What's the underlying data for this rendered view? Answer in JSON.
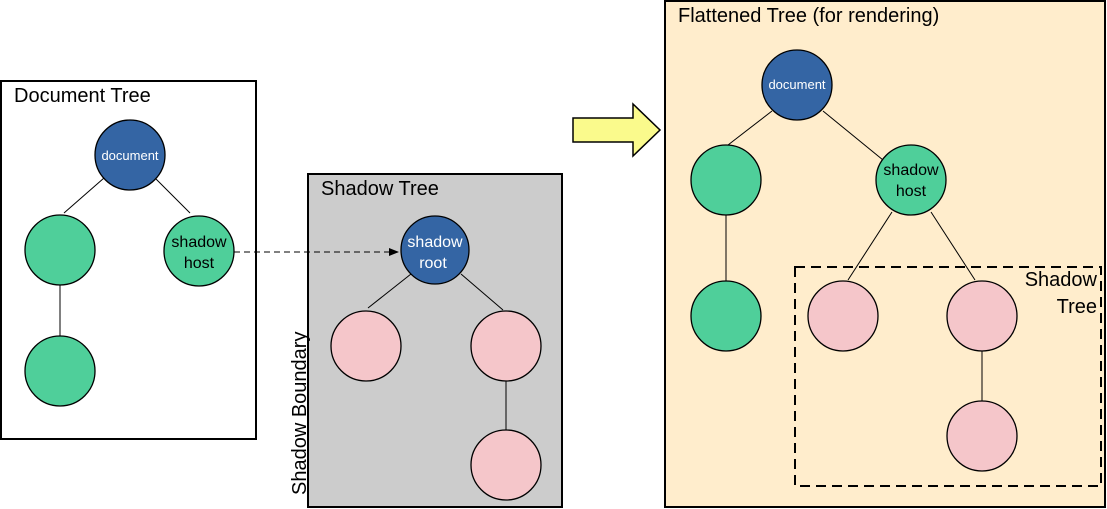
{
  "colors": {
    "document_node": "#3465a4",
    "element_node": "#4fcf9a",
    "shadow_element_node": "#f5c6ca",
    "document_panel_bg": "#ffffff",
    "shadow_panel_bg": "#cccccc",
    "flattened_panel_bg": "#ffedcc",
    "arrow_fill": "#fafa8c"
  },
  "document_tree": {
    "title": "Document Tree",
    "root_label": "document",
    "host_label_line1": "shadow",
    "host_label_line2": "host"
  },
  "shadow_tree": {
    "title": "Shadow Tree",
    "root_label_line1": "shadow",
    "root_label_line2": "root",
    "boundary_label": "Shadow Boundary"
  },
  "flattened_tree": {
    "title": "Flattened Tree (for rendering)",
    "root_label": "document",
    "host_label_line1": "shadow",
    "host_label_line2": "host",
    "shadow_region_line1": "Shadow",
    "shadow_region_line2": "Tree"
  }
}
